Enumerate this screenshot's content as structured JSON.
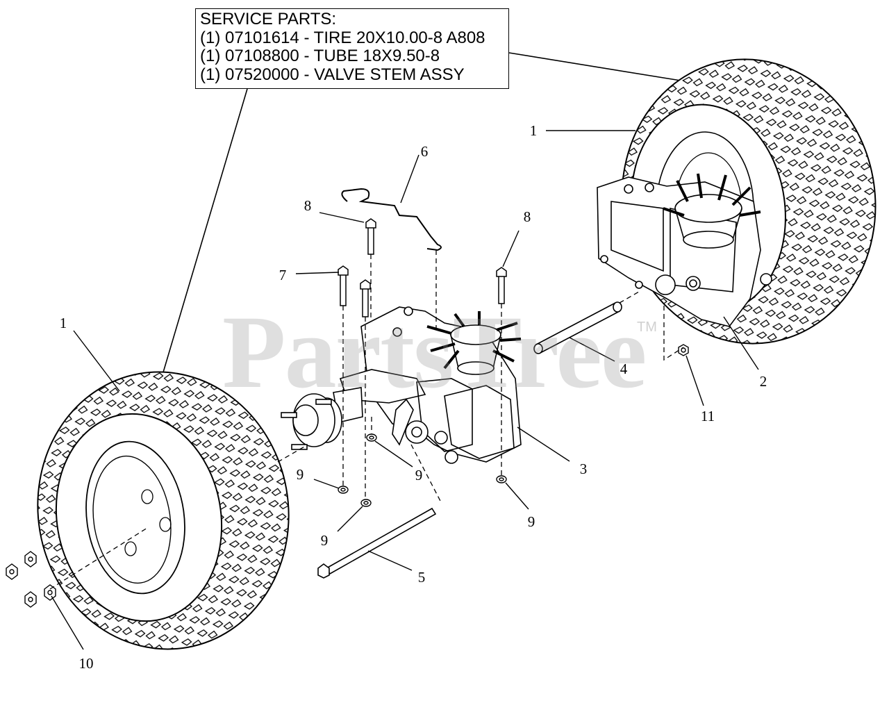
{
  "service_parts": {
    "lines": [
      "SERVICE PARTS:",
      "(1) 07101614 - TIRE 20X10.00-8 A808",
      "(1) 07108800 - TUBE 18X9.50-8",
      "(1) 07520000 - VALVE STEM ASSY"
    ]
  },
  "watermark": {
    "text": "PartsTree",
    "tm": "TM"
  },
  "callouts": [
    "1",
    "1",
    "2",
    "3",
    "4",
    "5",
    "6",
    "7",
    "8",
    "8",
    "9",
    "9",
    "9",
    "9",
    "10",
    "11"
  ],
  "parts": [
    {
      "name": "tire-left"
    },
    {
      "name": "tire-right"
    },
    {
      "name": "transaxle-right"
    },
    {
      "name": "transaxle-left"
    },
    {
      "name": "spacer-tube"
    },
    {
      "name": "long-bolt"
    },
    {
      "name": "bypass-rod"
    },
    {
      "name": "bolt"
    },
    {
      "name": "nut"
    },
    {
      "name": "lug-nut"
    }
  ],
  "colors": {
    "line": "#000000",
    "watermark": "#969696",
    "background": "#ffffff"
  }
}
